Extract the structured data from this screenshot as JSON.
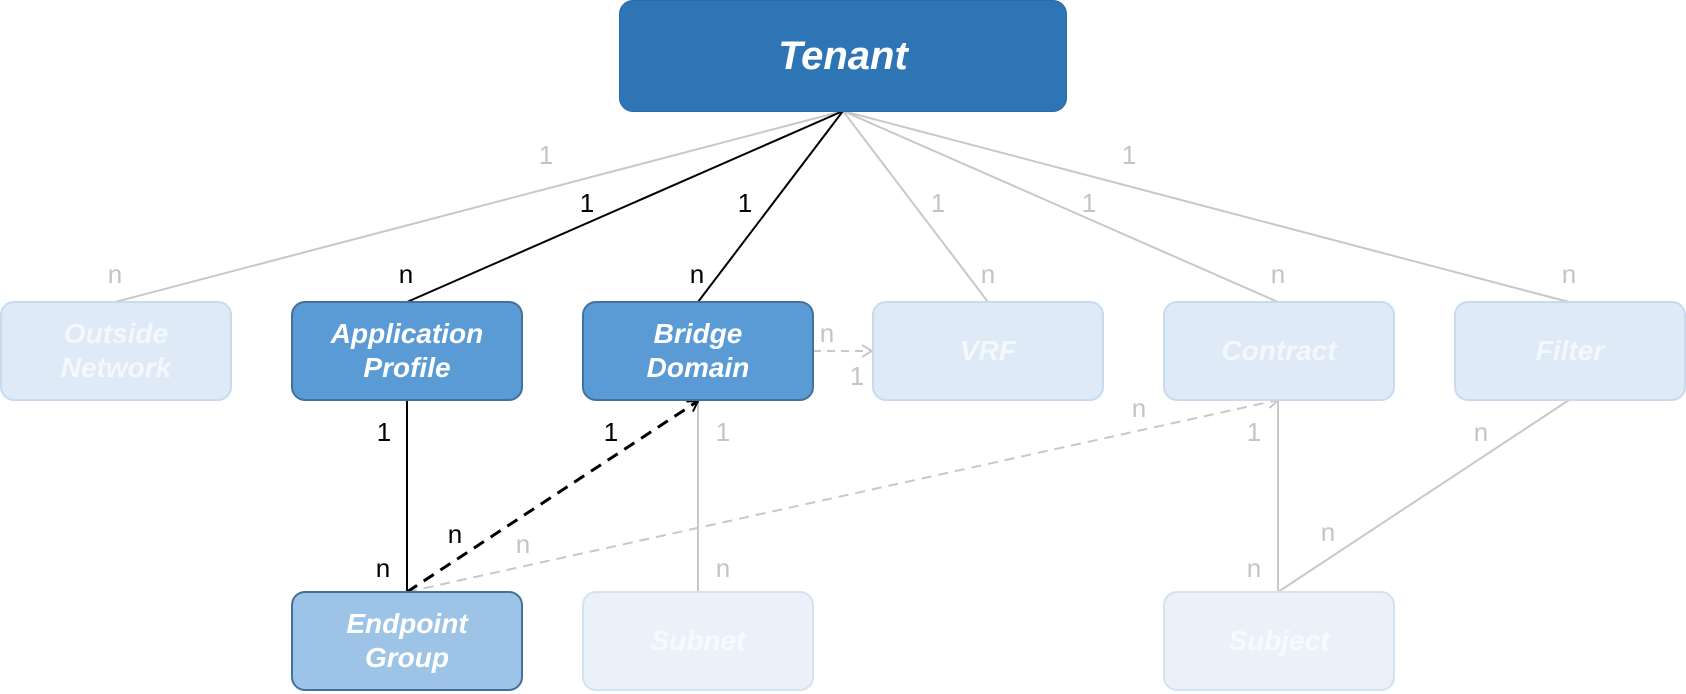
{
  "nodes": {
    "tenant": "Tenant",
    "outside_network": "Outside\nNetwork",
    "application_profile": "Application\nProfile",
    "bridge_domain": "Bridge\nDomain",
    "vrf": "VRF",
    "contract": "Contract",
    "filter": "Filter",
    "endpoint_group": "Endpoint\nGroup",
    "subnet": "Subnet",
    "subject": "Subject"
  },
  "cardinality": {
    "tenant_outside": {
      "from": "1",
      "to": "n"
    },
    "tenant_app_profile": {
      "from": "1",
      "to": "n"
    },
    "tenant_bridge_domain": {
      "from": "1",
      "to": "n"
    },
    "tenant_vrf": {
      "from": "1",
      "to": "n"
    },
    "tenant_contract": {
      "from": "1",
      "to": "n"
    },
    "tenant_filter": {
      "from": "1",
      "to": "n"
    },
    "bd_vrf": {
      "from": "n",
      "to": "1"
    },
    "app_profile_epg": {
      "from": "1",
      "to": "n"
    },
    "epg_bd": {
      "from": "n",
      "to": "1"
    },
    "epg_contract": {
      "from": "n",
      "to": "n"
    },
    "bd_subnet": {
      "from": "1",
      "to": "n"
    },
    "contract_subject": {
      "from": "1",
      "to": "n"
    },
    "filter_subject": {
      "from": "n",
      "to": "n"
    }
  },
  "colors": {
    "root": "#2e75b6",
    "active": "#5b9bd5",
    "epg": "#9dc3e6",
    "faded": "#deeaf6",
    "active_line": "#000000",
    "faded_line": "#c8c8c8"
  }
}
